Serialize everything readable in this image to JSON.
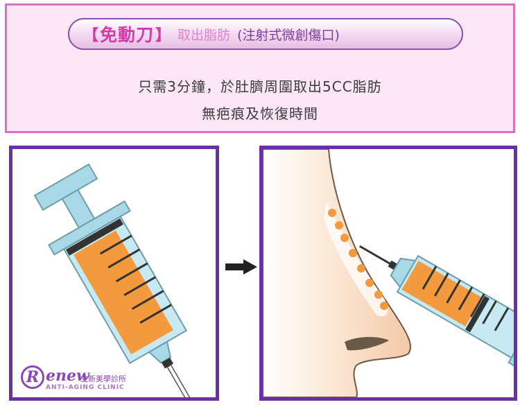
{
  "header": {
    "bracket_open": "【",
    "keyword": "免動刀",
    "bracket_close": "】",
    "purpose": "取出脂肪",
    "note": "(注射式微創傷口)",
    "line1": "只需3分鐘，於肚臍周圍取出5CC脂肪",
    "line2": "無疤痕及恢復時間"
  },
  "logo": {
    "brand": "enew",
    "chinese_name": "立新美學診所",
    "tagline": "ANTI-AGING CLINIC"
  },
  "colors": {
    "banner_bg": "#fbe6f5",
    "banner_border": "#d872c2",
    "keyword": "#d43aa8",
    "panel_border": "#6d2fa6",
    "syringe_barrel": "#a9d8e6",
    "fat": "#f3993e"
  },
  "icons": {
    "arrow": "right-arrow-icon",
    "syringe": "syringe-icon"
  }
}
